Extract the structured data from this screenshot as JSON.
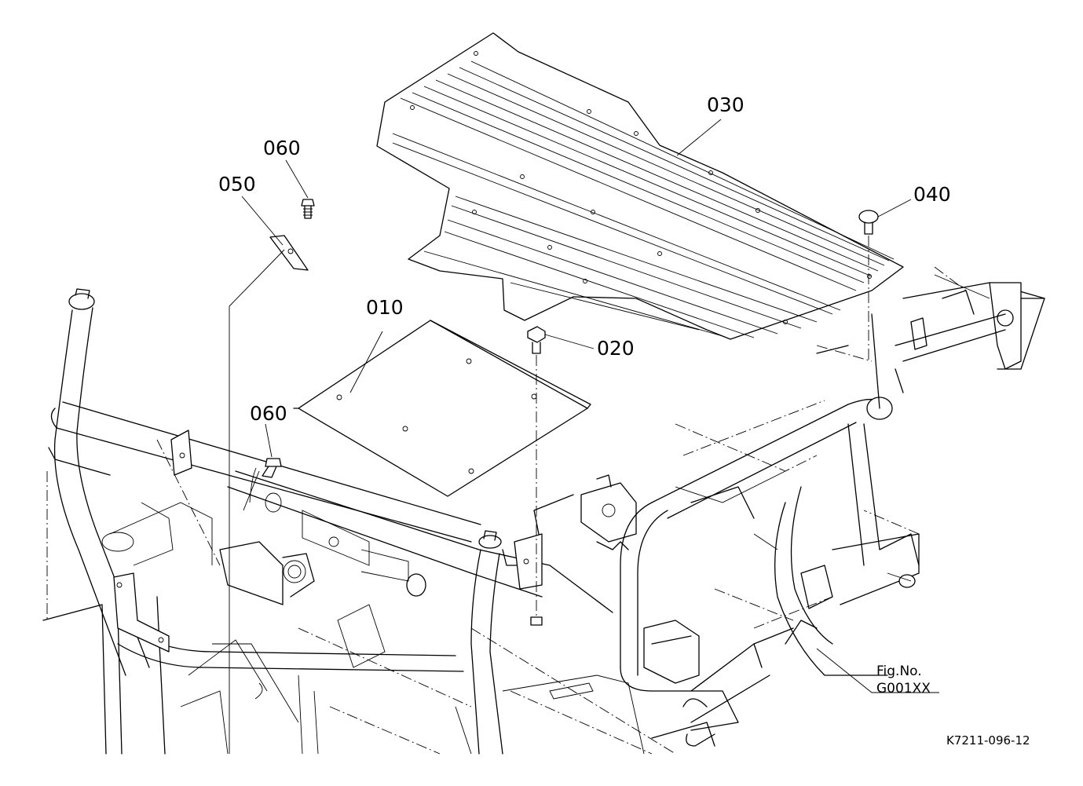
{
  "callouts": {
    "p010": "010",
    "p020": "020",
    "p030": "030",
    "p040": "040",
    "p050": "050",
    "p060_top": "060",
    "p060_bottom": "060"
  },
  "figure_ref": {
    "line1": "Fig.No.",
    "line2": "G001XX"
  },
  "drawing_code": "K7211-096-12"
}
